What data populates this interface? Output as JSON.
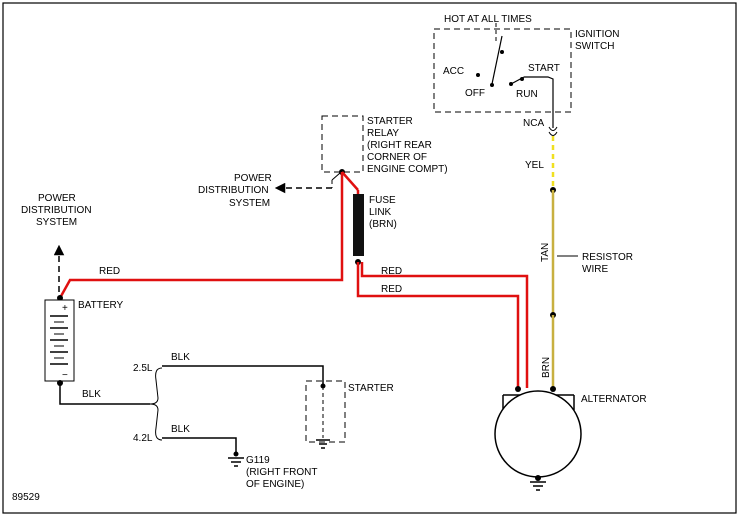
{
  "ignition_switch": {
    "header": "HOT AT ALL TIMES",
    "label_line1": "IGNITION",
    "label_line2": "SWITCH",
    "pos_acc": "ACC",
    "pos_off": "OFF",
    "pos_start": "START",
    "pos_run": "RUN",
    "connector": "NCA"
  },
  "starter_relay": {
    "line1": "STARTER",
    "line2": "RELAY",
    "line3": "(RIGHT REAR",
    "line4": "CORNER OF",
    "line5": "ENGINE COMPT)"
  },
  "power_distribution": {
    "line1": "POWER",
    "line2": "DISTRIBUTION",
    "line3": "SYSTEM"
  },
  "fuse_link": {
    "line1": "FUSE",
    "line2": "LINK",
    "line3": "(BRN)"
  },
  "battery": {
    "label": "BATTERY",
    "plus": "+",
    "minus": "−"
  },
  "starter": {
    "label": "STARTER"
  },
  "alternator": {
    "label": "ALTERNATOR"
  },
  "resistor_wire": {
    "line1": "RESISTOR",
    "line2": "WIRE"
  },
  "ground": {
    "id": "G119",
    "line2": "(RIGHT FRONT",
    "line3": "OF ENGINE)"
  },
  "engines": {
    "e25": "2.5L",
    "e42": "4.2L"
  },
  "wire_labels": {
    "red_battery": "RED",
    "red_upper": "RED",
    "red_lower": "RED",
    "blk_25": "BLK",
    "blk_battery": "BLK",
    "blk_42": "BLK",
    "yel": "YEL",
    "tan": "TAN",
    "brn": "BRN"
  },
  "figure_id": "89529",
  "colors": {
    "red_wire": "#e01010",
    "yellow_wire": "#f0e020",
    "tan_wire": "#c8b040",
    "black": "#000000"
  }
}
